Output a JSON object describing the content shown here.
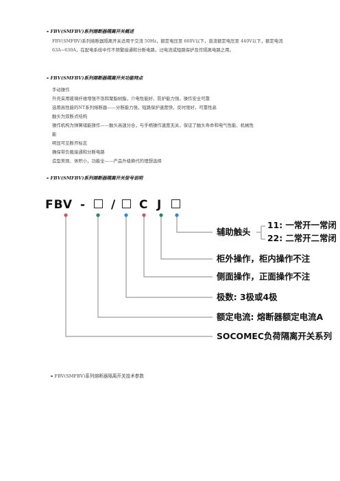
{
  "sections": {
    "overview": {
      "title": "FBV(SMFBV)系列熔断器隔离开关概述",
      "body": "FBV(SMFBV)系列熔断器隔离开关适用于交流 50Hz，额定电压至 660V以下，直流额定电压至 440V以下，额定电流 63A~630A，在配电系统中作不频繁接通和分断电路，过电流或短路保护及作隔离电路之用。"
    },
    "features": {
      "title": "FBV(SMFBV)系列熔断器隔离开关功能特点",
      "items": [
        "手动操作",
        "外壳采用玻璃纤维增强不饱和聚脂树脂，介电性能好、防护能力强，操作安全可靠",
        "选用高性能的NT系列熔断器——分断能力强，短路保护速度快，反时限好，可靠性高",
        "触头为双断点结构",
        "操作机构为弹簧储能操作——触头高速分合，与手柄操作速度无关，保证了触头寿命和电气性能、机械性",
        "能",
        "明显可见断开标志",
        "确保带负载接通和分断电路",
        "造型美观、体积小，功能全——产品升级换代的理想选择"
      ]
    },
    "model": {
      "title": "FBV(SMFBV)系列熔断器隔离开关型号说明"
    },
    "tech": {
      "title": "FBV(SMFBV)系列熔断器隔离开关技术参数"
    }
  },
  "diagram": {
    "code_fbv": "FBV",
    "dash": "-",
    "slash": "/",
    "c": "C",
    "j": "J",
    "labels": {
      "aux": "辅助触头",
      "aux_11": "11: 一常开一常闭",
      "aux_22": "22: 二常开二常闭",
      "outside": "柜外操作，柜内操作不注",
      "side": "侧面操作，正面操作不注",
      "poles": "极数:  3极或4极",
      "current": "额定电流:  熔断器额定电流A",
      "socomec": "SOCOMEC负荷隔离开关系列"
    },
    "colors": {
      "red": "#d0545e",
      "green": "#1f8a5b",
      "blue": "#2e8ad6",
      "line": "#9a9a9a"
    }
  }
}
